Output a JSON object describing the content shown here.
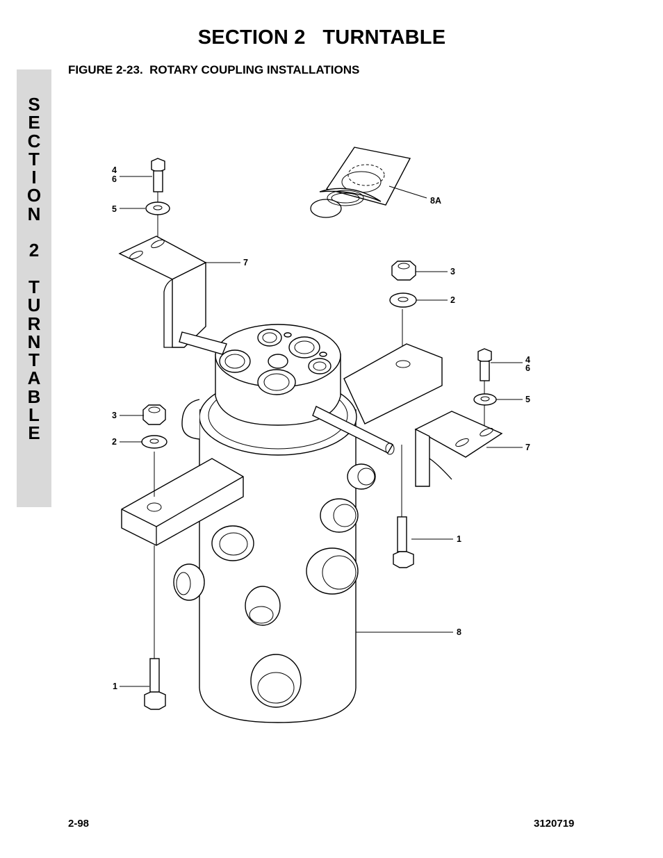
{
  "header": {
    "section_title": "SECTION 2   TURNTABLE",
    "figure_title": "FIGURE 2-23.  ROTARY COUPLING INSTALLATIONS"
  },
  "side_tab": {
    "letters": [
      "S",
      "E",
      "C",
      "T",
      "I",
      "O",
      "N",
      "",
      "2",
      "",
      "T",
      "U",
      "R",
      "N",
      "T",
      "A",
      "B",
      "L",
      "E"
    ]
  },
  "callouts": {
    "tl_4": "4",
    "tl_6": "6",
    "tl_5": "5",
    "tl_7": "7",
    "seal_8a": "8A",
    "tr_3": "3",
    "tr_2": "2",
    "r_4": "4",
    "r_6": "6",
    "r_5": "5",
    "r_7": "7",
    "r_1": "1",
    "r_8": "8",
    "l_3": "3",
    "l_2": "2",
    "l_1": "1"
  },
  "footer": {
    "page_number": "2-98",
    "doc_number": "3120719"
  }
}
